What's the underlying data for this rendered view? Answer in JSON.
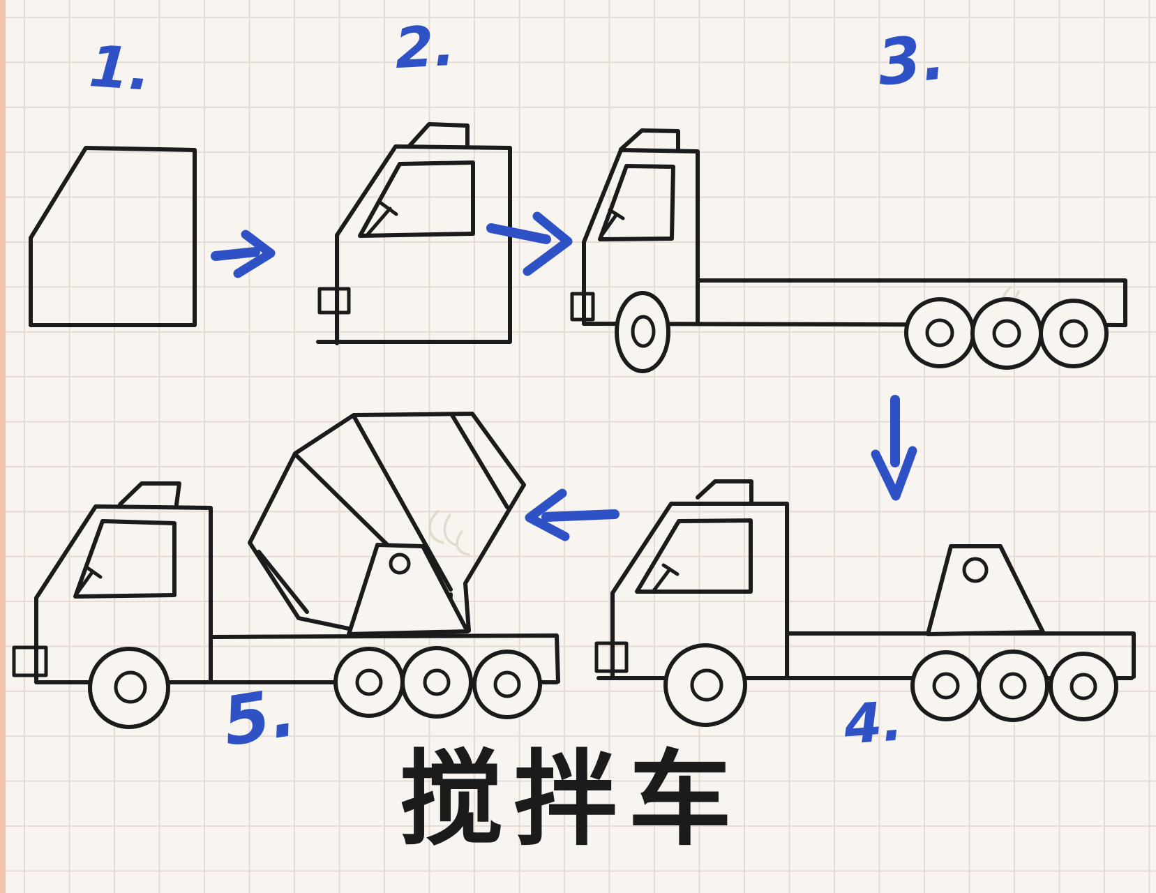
{
  "page": {
    "title": "搅拌车",
    "subject": "mixer-truck-drawing-tutorial",
    "colors": {
      "paper": "#f8f4f0",
      "grid": "#e6dbd4",
      "stripe": "#f3c2a9",
      "ink": "#1b1b1b",
      "accent": "#2e52c5",
      "watermark": "#ddd3c6"
    }
  },
  "steps": [
    {
      "label": "1."
    },
    {
      "label": "2."
    },
    {
      "label": "3."
    },
    {
      "label": "4."
    },
    {
      "label": "5."
    }
  ],
  "arrows": [
    {
      "name": "arrow-step1-to-step2",
      "direction": "right"
    },
    {
      "name": "arrow-step2-to-step3",
      "direction": "right"
    },
    {
      "name": "arrow-step3-to-step4",
      "direction": "down"
    },
    {
      "name": "arrow-step4-to-step5",
      "direction": "left"
    }
  ]
}
